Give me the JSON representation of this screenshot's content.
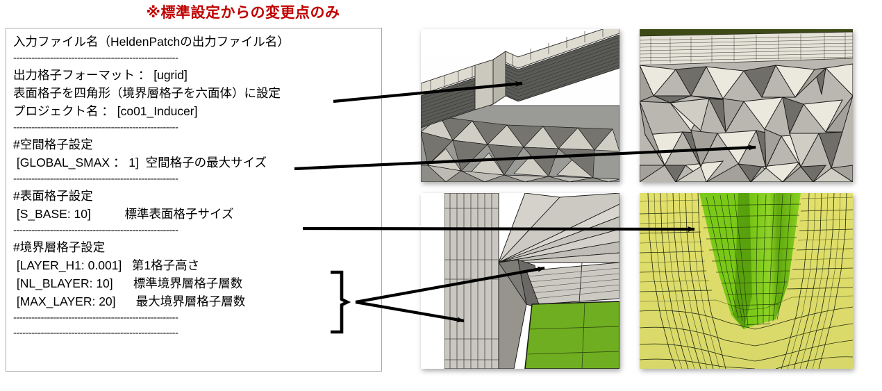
{
  "title": {
    "text": "※標準設定からの変更点のみ",
    "color": "#C00000"
  },
  "panel": {
    "lines": [
      {
        "kind": "text",
        "text": "入力ファイル名（HeldenPatchの出力ファイル名）"
      },
      {
        "kind": "sep",
        "text": "------------------------------------------------------"
      },
      {
        "kind": "text",
        "text": "出力格子フォーマット ： [ugrid]"
      },
      {
        "kind": "text",
        "text": "表面格子を四角形（境界層格子を六面体）に設定"
      },
      {
        "kind": "text",
        "text": "プロジェクト名 ： [co01_Inducer]"
      },
      {
        "kind": "sep",
        "text": "------------------------------------------------------"
      },
      {
        "kind": "text",
        "text": "#空間格子設定"
      },
      {
        "kind": "text",
        "text": " [GLOBAL_SMAX ： 1]  空間格子の最大サイズ"
      },
      {
        "kind": "sep",
        "text": "------------------------------------------------------"
      },
      {
        "kind": "text",
        "text": "#表面格子設定"
      },
      {
        "kind": "text",
        "text": " [S_BASE: 10]          標準表面格子サイズ"
      },
      {
        "kind": "sep",
        "text": "------------------------------------------------------"
      },
      {
        "kind": "text",
        "text": "#境界層格子設定"
      },
      {
        "kind": "text",
        "text": " [LAYER_H1: 0.001]   第1格子高さ"
      },
      {
        "kind": "text",
        "text": " [NL_BLAYER: 10]      標準境界層格子層数"
      },
      {
        "kind": "text",
        "text": " [MAX_LAYER: 20]      最大境界層格子層数"
      },
      {
        "kind": "sep",
        "text": "------------------------------------------------------"
      },
      {
        "kind": "sep",
        "text": "------------------------------------------------------"
      }
    ]
  },
  "settings": {
    "input_file_label": "入力ファイル名（HeldenPatchの出力ファイル名）",
    "output_format_key": "出力格子フォーマット",
    "output_format_value": "[ugrid]",
    "surface_quad_note": "表面格子を四角形（境界層格子を六面体）に設定",
    "project_name_key": "プロジェクト名",
    "project_name_value": "[co01_Inducer]",
    "volume_section": "#空間格子設定",
    "global_smax": "[GLOBAL_SMAX ： 1]",
    "global_smax_desc": "空間格子の最大サイズ",
    "surface_section": "#表面格子設定",
    "s_base": "[S_BASE: 10]",
    "s_base_desc": "標準表面格子サイズ",
    "blayer_section": "#境界層格子設定",
    "layer_h1": "[LAYER_H1: 0.001]",
    "layer_h1_desc": "第1格子高さ",
    "nl_blayer": "[NL_BLAYER: 10]",
    "nl_blayer_desc": "標準境界層格子層数",
    "max_layer": "[MAX_LAYER: 20]",
    "max_layer_desc": "最大境界層格子層数"
  },
  "images": {
    "top_left": {
      "name": "boundary-layer-prism-mesh-cross-section"
    },
    "top_right": {
      "name": "volume-tetrahedral-mesh-closeup"
    },
    "bottom_left": {
      "name": "blade-root-mesh-with-green-surface"
    },
    "bottom_right": {
      "name": "inducer-blade-quad-surface-mesh"
    }
  },
  "annotations": {
    "arrows": [
      {
        "name": "arrow-surface-quad-to-top-left-image"
      },
      {
        "name": "arrow-global-smax-to-top-right-image"
      },
      {
        "name": "arrow-s-base-to-bottom-right-image"
      },
      {
        "name": "arrow-blayer-to-bottom-left-upper"
      },
      {
        "name": "arrow-blayer-to-bottom-left-lower"
      }
    ],
    "brace": {
      "name": "boundary-layer-group-brace"
    }
  }
}
